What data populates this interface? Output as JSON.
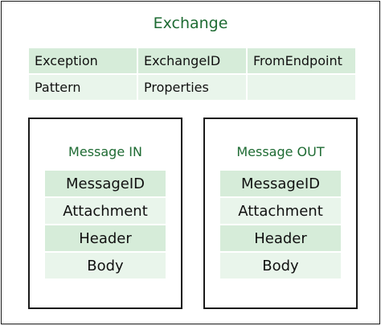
{
  "exchange": {
    "title": "Exchange",
    "rows": [
      [
        "Exception",
        "ExchangeID",
        "FromEndpoint"
      ],
      [
        "Pattern",
        "Properties",
        ""
      ]
    ]
  },
  "message_in": {
    "title": "Message IN",
    "items": [
      "MessageID",
      "Attachment",
      "Header",
      "Body"
    ]
  },
  "message_out": {
    "title": "Message OUT",
    "items": [
      "MessageID",
      "Attachment",
      "Header",
      "Body"
    ]
  }
}
